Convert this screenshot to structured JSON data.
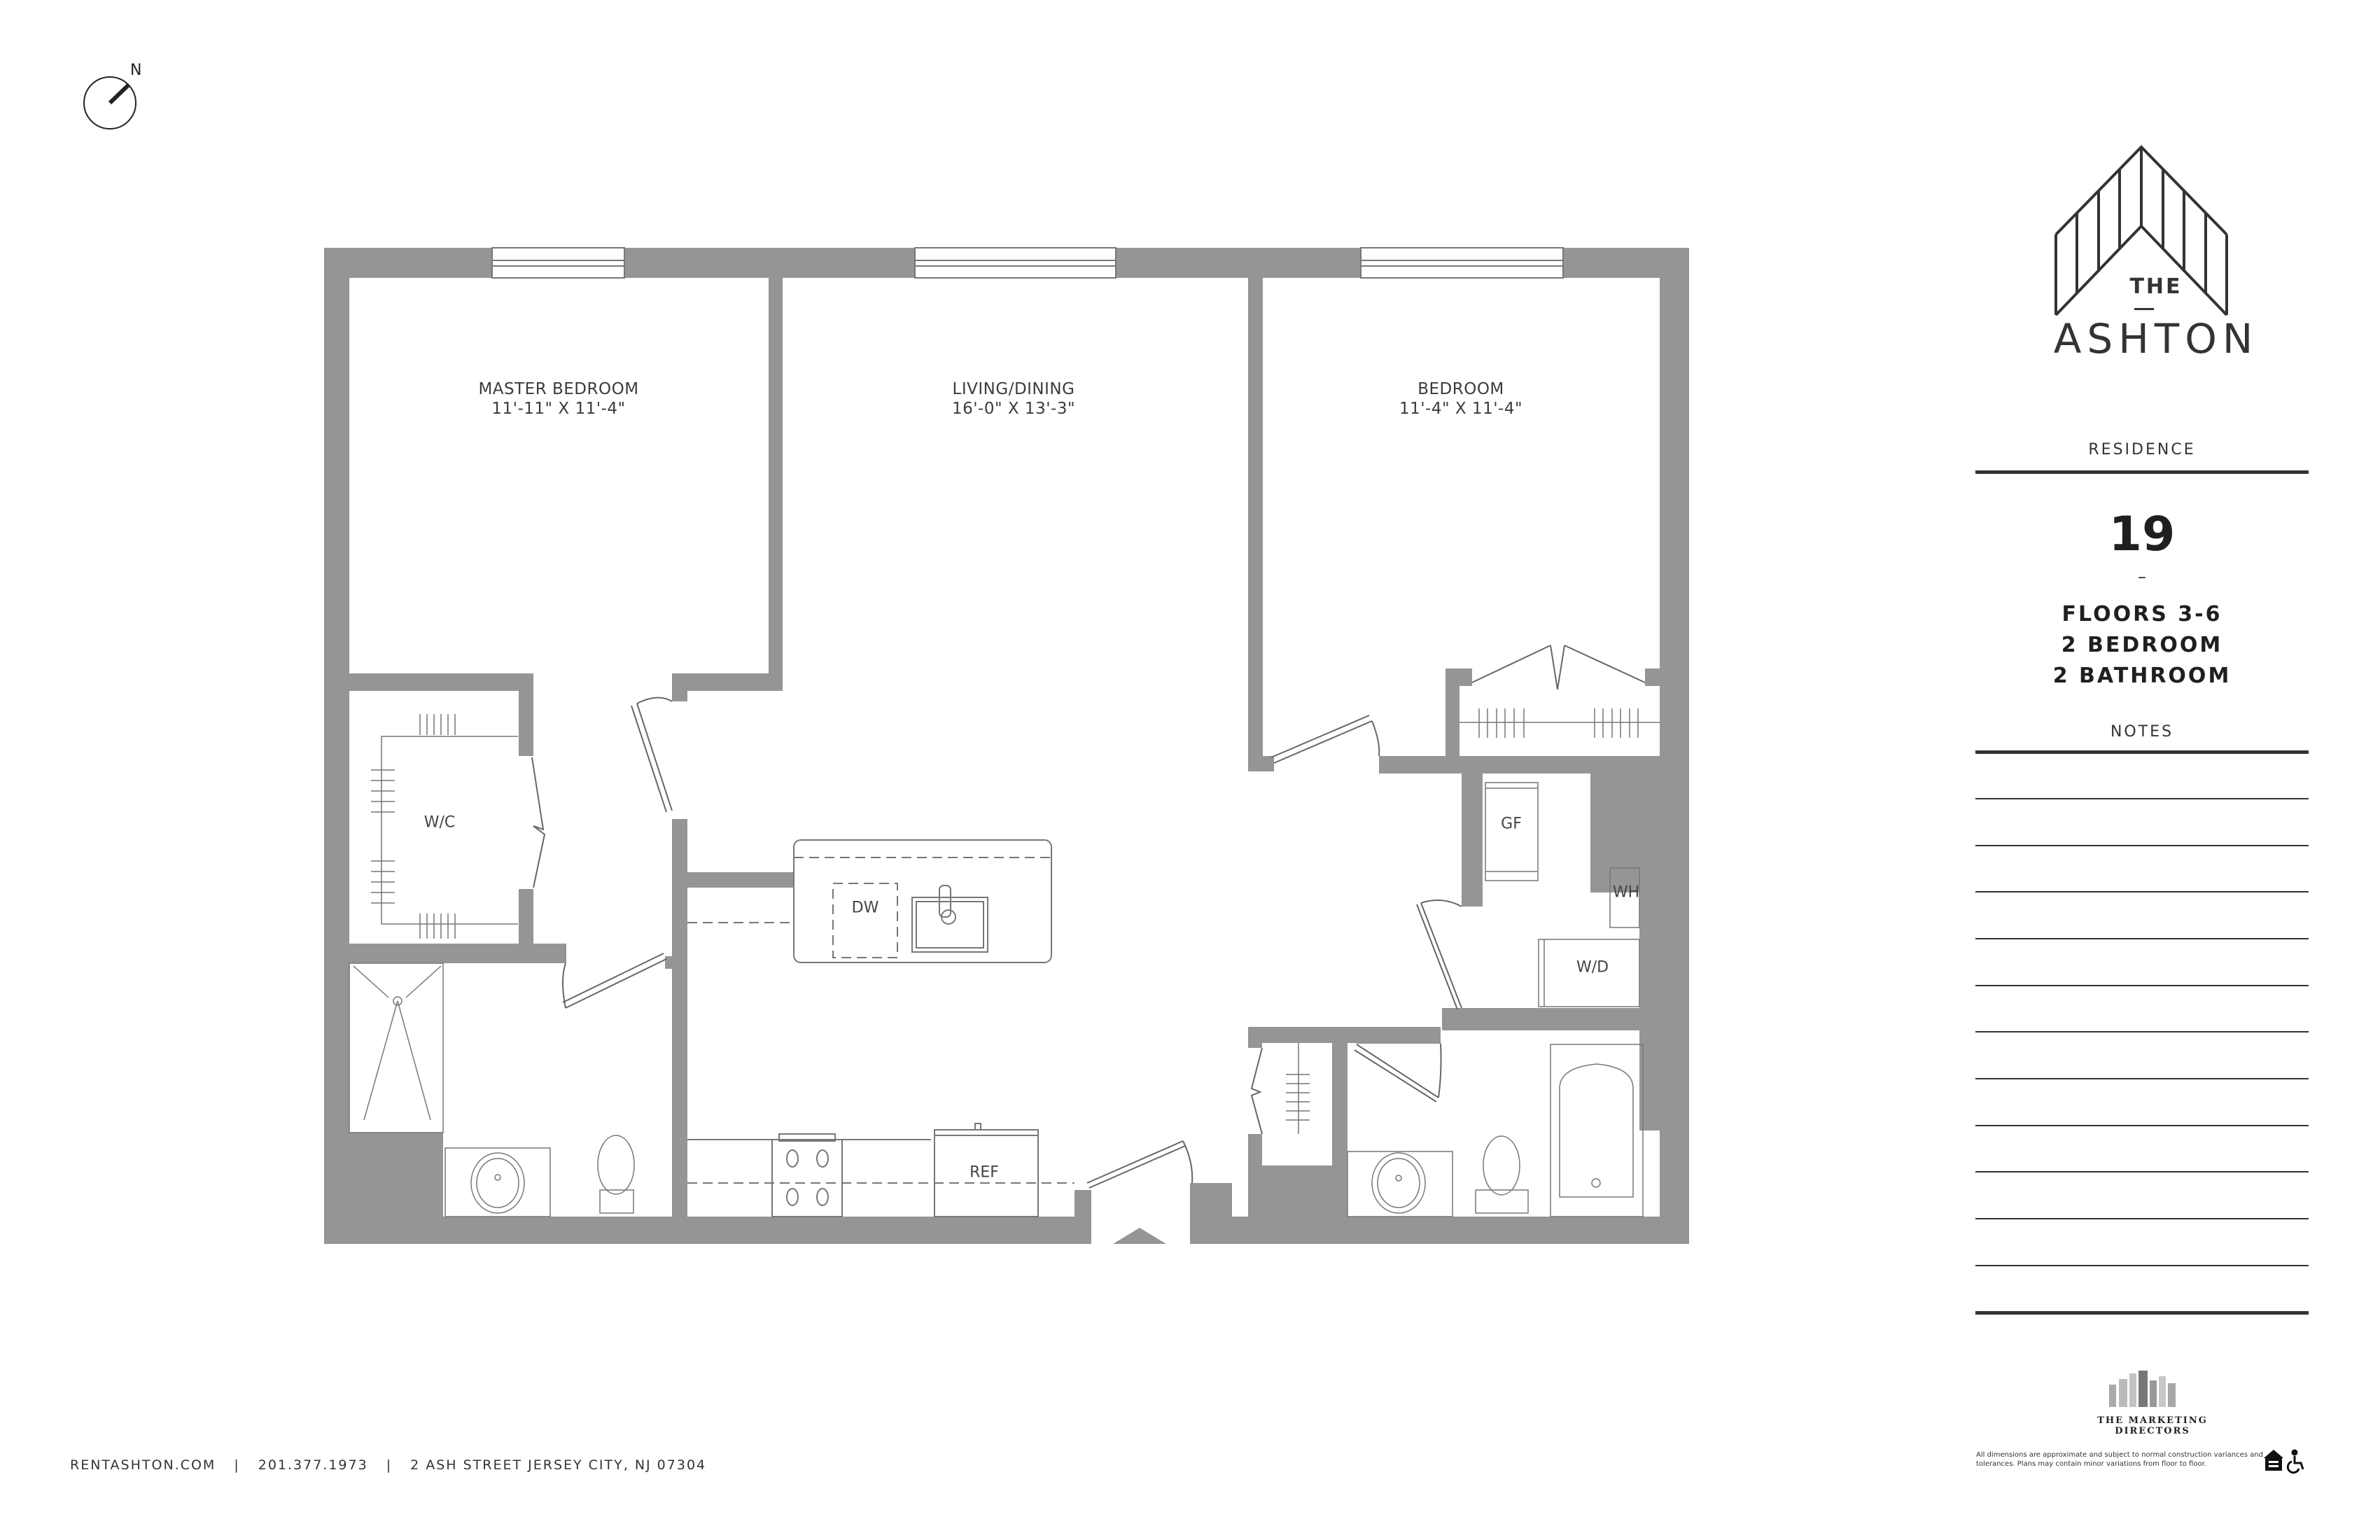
{
  "compass": {
    "label": "N",
    "icon": "north-arrow-icon"
  },
  "brand": {
    "the": "THE",
    "name": "ASHTON",
    "logo_icon": "ashton-chevron-logo-icon"
  },
  "residence": {
    "section_label": "RESIDENCE",
    "number": "19",
    "dash": "–",
    "floors": "FLOORS 3-6",
    "bedrooms": "2 BEDROOM",
    "bathrooms": "2 BATHROOM",
    "notes_label": "NOTES",
    "notes_line_count": 11
  },
  "rooms": [
    {
      "name": "MASTER BEDROOM",
      "dims": "11'-11\" X 11'-4\""
    },
    {
      "name": "LIVING/DINING",
      "dims": "16'-0\" X 13'-3\""
    },
    {
      "name": "BEDROOM",
      "dims": "11'-4\" X 11'-4\""
    }
  ],
  "fixtures": {
    "wic": "W/C",
    "dw": "DW",
    "ref": "REF",
    "gf": "GF",
    "wh": "WH",
    "wd": "W/D"
  },
  "footer": {
    "website": "RENTASHTON.COM",
    "phone": "201.377.1973",
    "address": "2 ASH STREET JERSEY CITY, NJ 07304",
    "separator": "|"
  },
  "marketing": {
    "company": "THE MARKETING DIRECTORS",
    "disclaimer": "All dimensions are approximate and subject to normal construction variances and tolerances. Plans may contain minor variations from floor to floor.",
    "icons": [
      "equal-housing-icon",
      "accessibility-icon"
    ]
  },
  "colors": {
    "wall": "#959595",
    "line": "#6e6e6e",
    "text": "#333333"
  }
}
